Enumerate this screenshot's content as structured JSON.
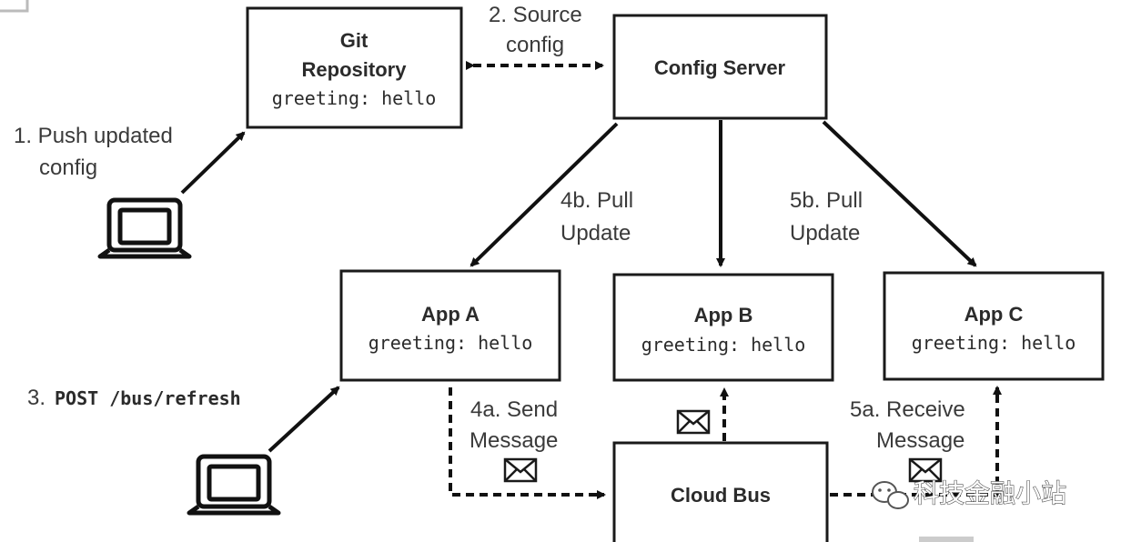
{
  "nodes": {
    "git": {
      "title_line1": "Git",
      "title_line2": "Repository",
      "property": "greeting: hello"
    },
    "config_server": {
      "title": "Config Server"
    },
    "app_a": {
      "title": "App A",
      "property": "greeting: hello"
    },
    "app_b": {
      "title": "App B",
      "property": "greeting: hello"
    },
    "app_c": {
      "title": "App C",
      "property": "greeting: hello"
    },
    "cloud_bus": {
      "title": "Cloud Bus"
    }
  },
  "edges": {
    "push": {
      "line1": "1. Push updated",
      "line2": "config"
    },
    "source": {
      "line1": "2. Source",
      "line2": "config"
    },
    "refresh": {
      "prefix": "3. ",
      "command": "POST /bus/refresh"
    },
    "send": {
      "line1": "4a. Send",
      "line2": "Message"
    },
    "pull_a": {
      "line1": "4b. Pull",
      "line2": "Update"
    },
    "receive": {
      "line1": "5a. Receive",
      "line2": "Message"
    },
    "pull_c": {
      "line1": "5b. Pull",
      "line2": "Update"
    }
  },
  "watermark": {
    "text": "科技金融小站",
    "icon": "wechat-icon"
  },
  "icons": [
    "laptop-icon",
    "envelope-icon"
  ],
  "colors": {
    "stroke": "#111111",
    "text": "#2b2b2b",
    "background": "#ffffff"
  }
}
